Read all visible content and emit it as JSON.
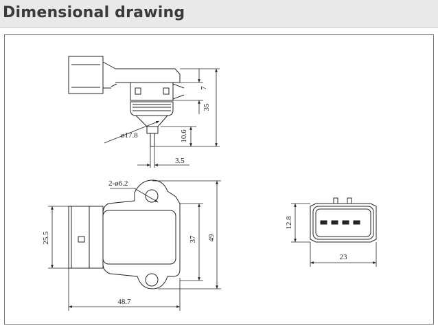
{
  "header": {
    "title": "Dimensional drawing"
  },
  "dimensions": {
    "d7": "7",
    "d35": "35",
    "d10_6": "10.6",
    "d17_8": "ø17.8",
    "d3_5": "3.5",
    "d2x6_2": "2-ø6.2",
    "d25_5": "25.5",
    "d37": "37",
    "d49": "49",
    "d48_7": "48.7",
    "d12_8": "12.8",
    "d23": "23"
  },
  "colors": {
    "line": "#222222",
    "header_bg": "#e9e9e9",
    "header_text": "#3a3a3a"
  }
}
